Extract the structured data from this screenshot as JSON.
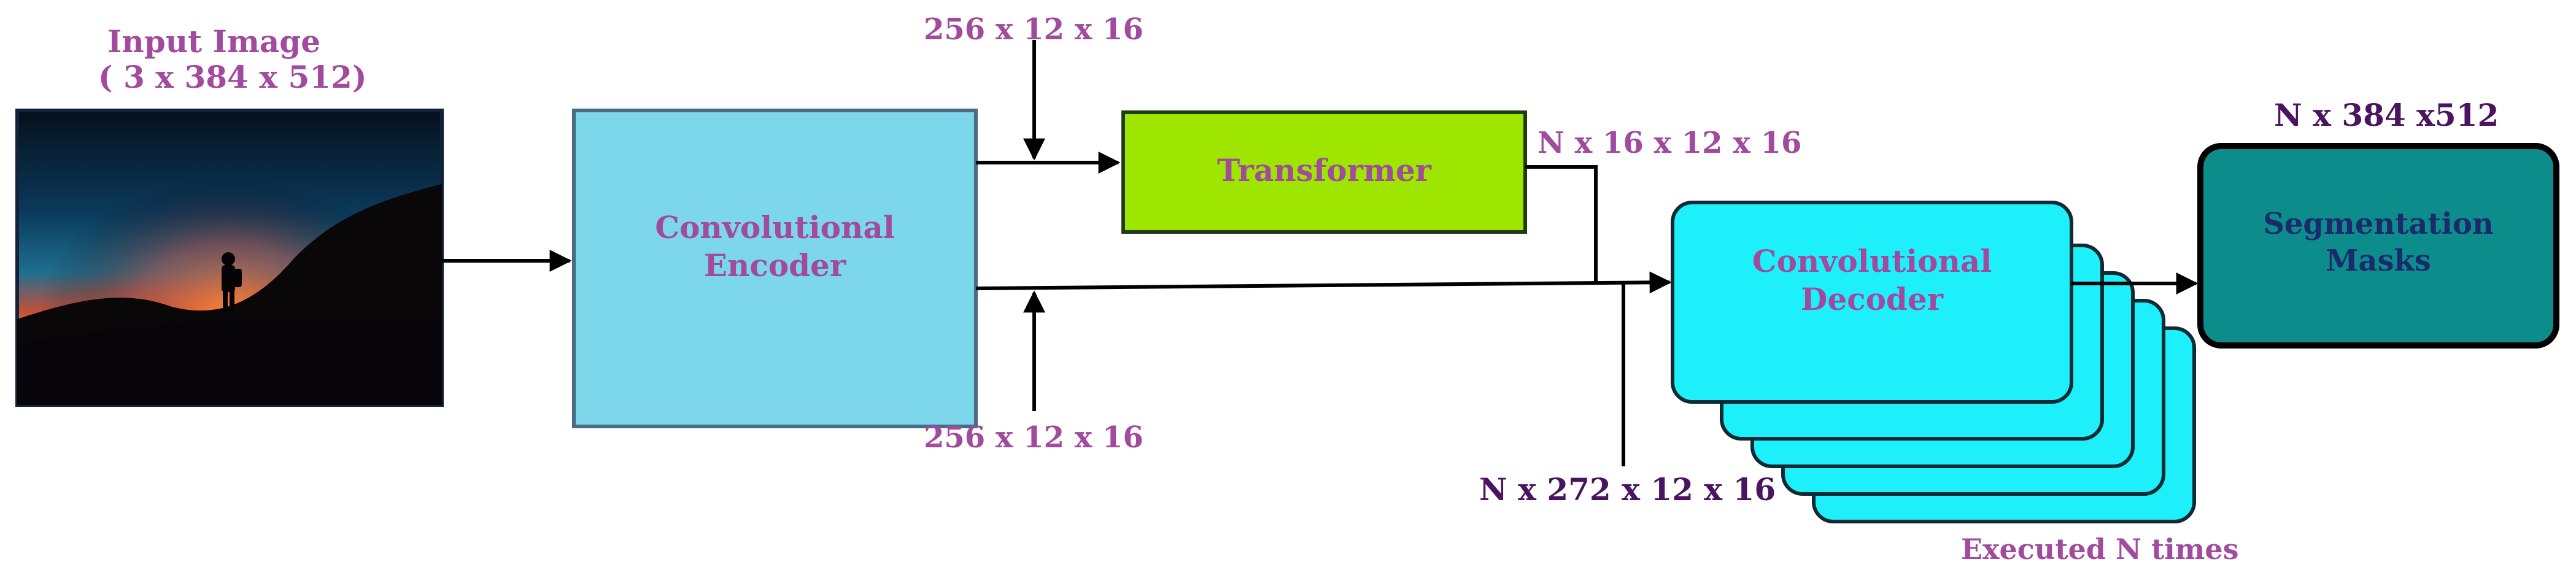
{
  "input": {
    "title": "Input Image",
    "dims": "( 3 x 384 x 512)"
  },
  "encoder": {
    "label": "Convolutional\nEncoder"
  },
  "transformer": {
    "label": "Transformer"
  },
  "decoder": {
    "label": "Convolutional\nDecoder",
    "repeat_note": "Executed N times"
  },
  "output": {
    "label": "Segmentation\nMasks",
    "dims": "N x 384 x512"
  },
  "dims": {
    "top_input": "256 x 12 x 16",
    "bottom_input": "256 x 12 x 16",
    "transformer_out": "N x 16 x 12 x 16",
    "decoder_in": "N x 272 x 12 x 16"
  },
  "colors": {
    "encoder": "#7dd7ea",
    "transformer": "#9ee600",
    "decoder": "#1ef0fb",
    "output": "#0d8c8c",
    "label_purple": "#a14a9e",
    "label_dark": "#4a1460"
  }
}
